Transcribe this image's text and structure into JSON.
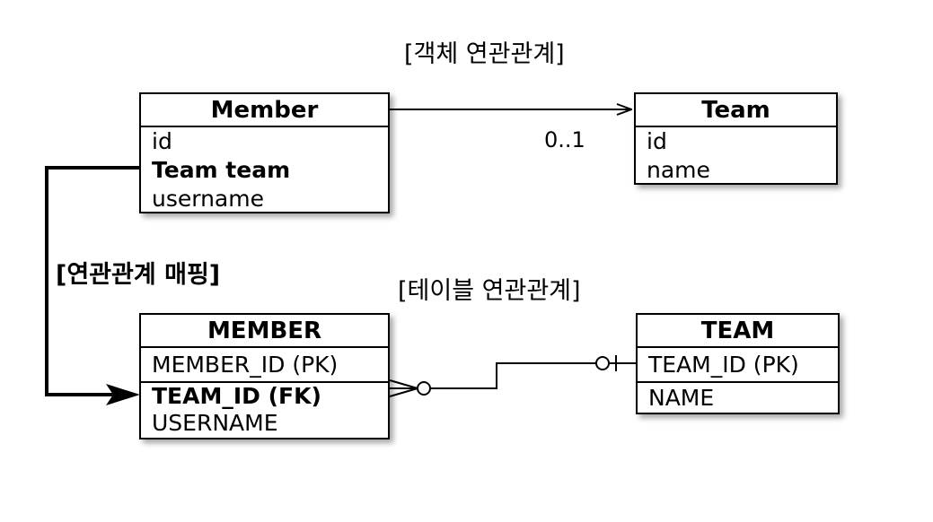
{
  "object_title": "[객체 연관관계]",
  "table_title": "[테이블 연관관계]",
  "mapping_label": "[연관관계 매핑]",
  "multiplicity": "0..1",
  "member_class": {
    "name": "Member",
    "fields": [
      "id",
      "Team team",
      "username"
    ]
  },
  "team_class": {
    "name": "Team",
    "fields": [
      "id",
      "name"
    ]
  },
  "member_table": {
    "name": "MEMBER",
    "pk": "MEMBER_ID (PK)",
    "fk": "TEAM_ID (FK)",
    "other": "USERNAME"
  },
  "team_table": {
    "name": "TEAM",
    "pk": "TEAM_ID (PK)",
    "other": "NAME"
  }
}
